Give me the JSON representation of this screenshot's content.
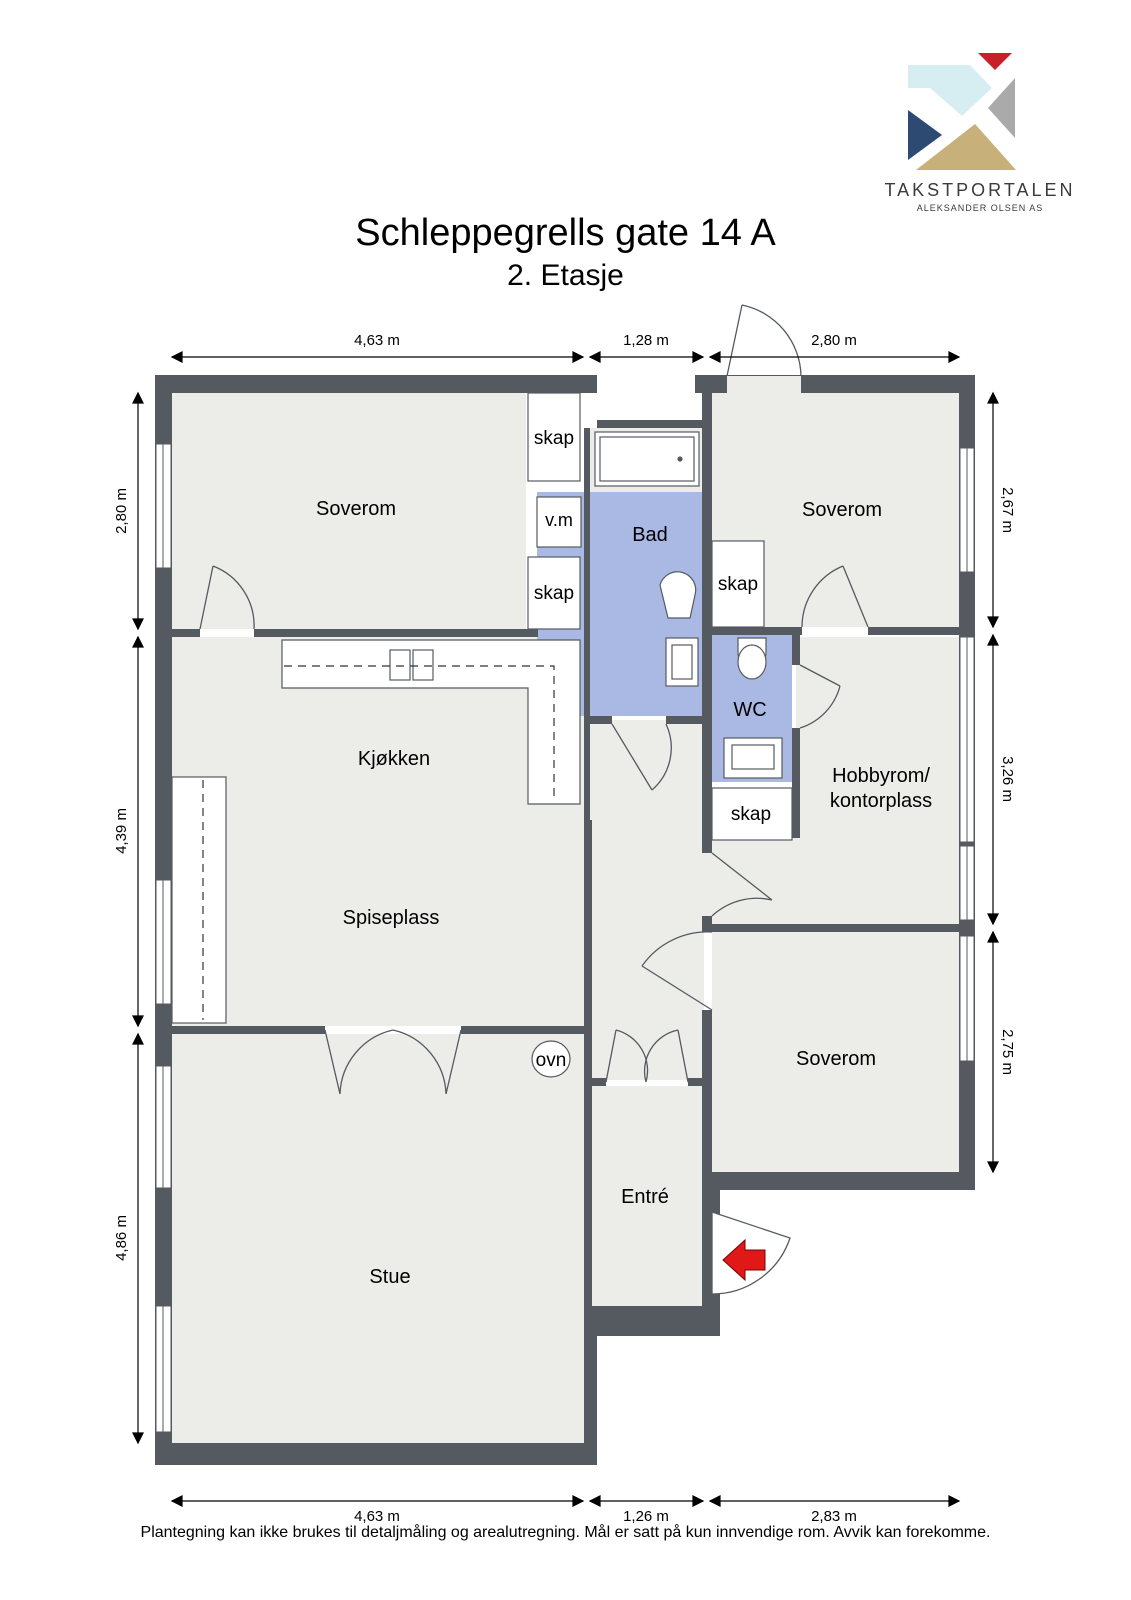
{
  "header": {
    "title": "Schleppegrells gate 14 A",
    "subtitle": "2. Etasje"
  },
  "logo": {
    "name": "TAKSTPORTALEN",
    "subname": "ALEKSANDER OLSEN AS",
    "colors": {
      "navy": "#2c4a72",
      "light_blue": "#d6eef2",
      "gold": "#c8b07a",
      "grey": "#aaaaaa",
      "red": "#c8202a"
    }
  },
  "rooms": {
    "soverom_nw": "Soverom",
    "bad": "Bad",
    "soverom_ne": "Soverom",
    "kjokken": "Kjøkken",
    "spiseplass": "Spiseplass",
    "wc": "WC",
    "hobby_line1": "Hobbyrom/",
    "hobby_line2": "kontorplass",
    "soverom_se": "Soverom",
    "entre": "Entré",
    "stue": "Stue"
  },
  "fixtures": {
    "skap_1": "skap",
    "vm": "v.m",
    "skap_2": "skap",
    "skap_3": "skap",
    "skap_4": "skap",
    "ovn": "ovn"
  },
  "dimensions": {
    "top": [
      "4,63 m",
      "1,28 m",
      "2,80 m"
    ],
    "bottom": [
      "4,63 m",
      "1,26 m",
      "2,83 m"
    ],
    "left": [
      "2,80 m",
      "4,39 m",
      "4,86 m"
    ],
    "right": [
      "2,67 m",
      "3,26 m",
      "2,75 m"
    ]
  },
  "footnote": "Plantegning kan ikke brukes til detaljmåling og arealutregning. Mål er satt på kun innvendige rom. Avvik kan forekomme.",
  "colors": {
    "floor": "#ecece8",
    "wet_room": "#a9b9e4",
    "wall": "#555a60",
    "entry_arrow": "#e01818"
  }
}
